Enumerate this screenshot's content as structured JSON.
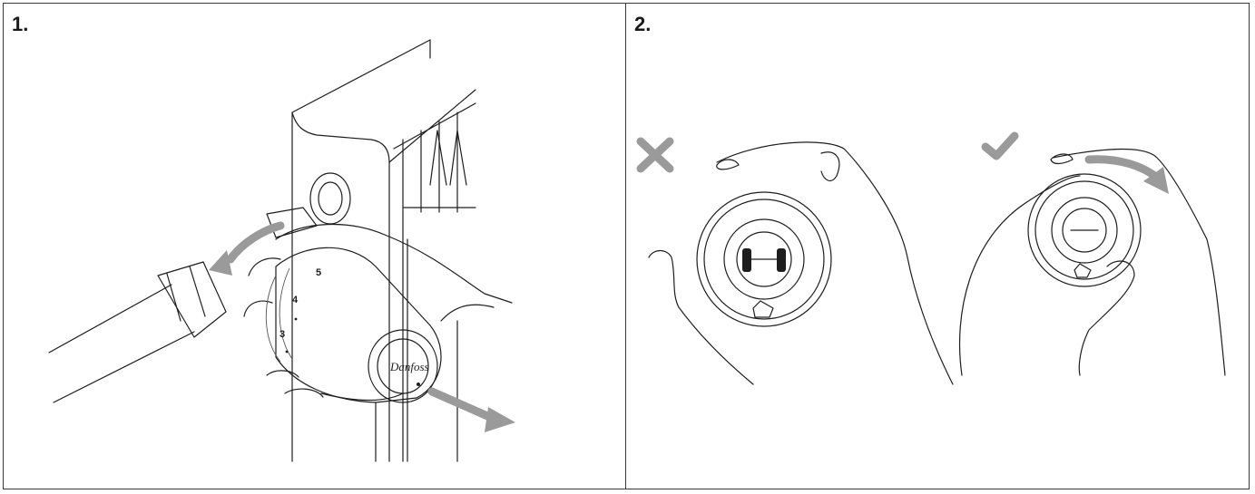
{
  "steps": [
    {
      "number": "1.",
      "dial_marks": [
        "5",
        "4",
        "3"
      ],
      "logo": "Danfoss"
    },
    {
      "number": "2.",
      "wrong_mark": "cross-icon",
      "correct_mark": "check-icon"
    }
  ],
  "colors": {
    "border": "#3a3a3a",
    "line": "#1e1e1e",
    "arrow": "#9a9a9a",
    "background": "#ffffff"
  }
}
